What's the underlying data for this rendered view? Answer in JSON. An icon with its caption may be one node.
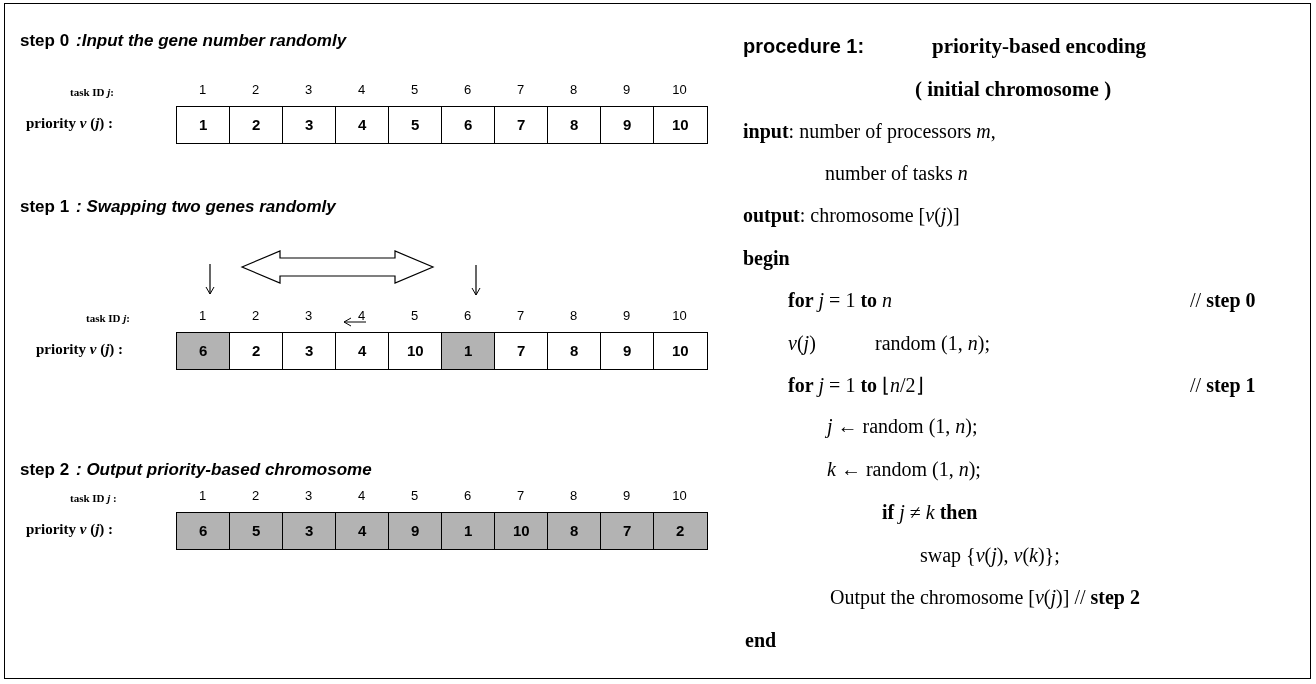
{
  "diagram": {
    "nodes": [
      {
        "text": [
          "1"
        ]
      },
      {
        "text": [
          "2"
        ]
      },
      {
        "text": [
          "3"
        ]
      },
      {
        "text": [
          "4"
        ]
      },
      {
        "text": [
          "5"
        ]
      },
      {
        "text": [
          "6"
        ]
      },
      {
        "text": [
          "7"
        ]
      },
      {
        "text": [
          "8"
        ]
      },
      {
        "text": [
          "9"
        ]
      },
      {
        "text": [
          "10"
        ]
      },
      {
        "text": [
          "6"
        ]
      },
      {
        "text": [
          "2"
        ]
      },
      {
        "text": [
          "3"
        ]
      },
      {
        "text": [
          "4"
        ]
      },
      {
        "text": [
          "10"
        ]
      },
      {
        "text": [
          "1"
        ]
      },
      {
        "text": [
          "7"
        ]
      },
      {
        "text": [
          "8"
        ]
      },
      {
        "text": [
          "9"
        ]
      },
      {
        "text": [
          "10"
        ]
      },
      {
        "text": [
          "6"
        ]
      },
      {
        "text": [
          "5"
        ]
      },
      {
        "text": [
          "3"
        ]
      },
      {
        "text": [
          "4"
        ]
      },
      {
        "text": [
          "9"
        ]
      },
      {
        "text": [
          "1"
        ]
      },
      {
        "text": [
          "10"
        ]
      },
      {
        "text": [
          "8"
        ]
      },
      {
        "text": [
          "7"
        ]
      },
      {
        "text": [
          "2"
        ]
      }
    ],
    "labels": [
      "step 0",
      ":Input the gene number randomly",
      "task ID *j*:",
      "1",
      "2",
      "3",
      "4",
      "5",
      "6",
      "7",
      "8",
      "9",
      "10",
      "priority *v* (*j*) :",
      "step 1",
      ": Swapping two genes randomly",
      "task ID *j*:",
      "1",
      "2",
      "3",
      "4",
      "5",
      "6",
      "7",
      "8",
      "9",
      "10",
      "priority *v* (*j*) :",
      "step 2",
      ": Output  priority-based chromosome",
      "task ID *j* :",
      "1",
      "2",
      "3",
      "4",
      "5",
      "6",
      "7",
      "8",
      "9",
      "10",
      "priority *v* (*j*) :",
      "procedure 1:",
      "priority-based encoding",
      "( initial chromosome )",
      "**input**: number of processors *m*,",
      "number of tasks *n*",
      "**output**: chromosome [*v*(*j*)]",
      "begin",
      "**for** *j* = 1 **to** *n*",
      "// **step 0**",
      "*v*(*j*)",
      "random (1, *n*);",
      "**for** *j* = 1 **to** ⌊*n*/2⌋",
      "// **step 1**",
      "*j* ← random (1, *n*);",
      "*k* ← random (1, *n*);",
      "**if** *j* ≠ *k* **then**",
      "swap {*v*(*j*), *v*(*k*)};",
      "Output the chromosome [*v*(*j*)] // **step 2**",
      "end"
    ]
  }
}
